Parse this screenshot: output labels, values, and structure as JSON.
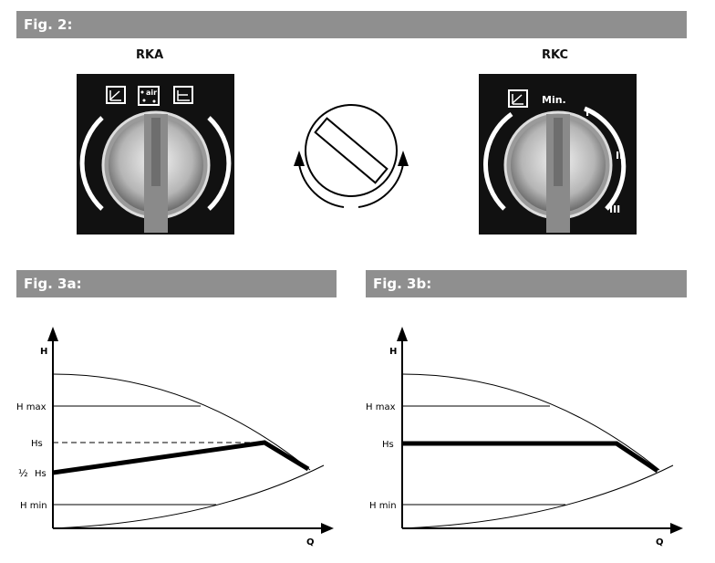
{
  "fig2": {
    "title": "Fig. 2:"
  },
  "rka": {
    "label": "RKA",
    "icons": [
      "curve-icon",
      "air-vent-icon",
      "constant-icon"
    ]
  },
  "rkc": {
    "label": "RKC",
    "min_label": "Min.",
    "speeds": [
      "I",
      "II",
      "III"
    ]
  },
  "fig3a": {
    "title": "Fig. 3a:",
    "y_axis": "H",
    "x_axis": "Q",
    "labels": {
      "hmax": "H max",
      "hs": "Hs",
      "half_hs_frac": "½",
      "half_hs": "Hs",
      "hmin": "H min"
    }
  },
  "fig3b": {
    "title": "Fig. 3b:",
    "y_axis": "H",
    "x_axis": "Q",
    "labels": {
      "hmax": "H max",
      "hs": "Hs",
      "hmin": "H min"
    }
  },
  "colors": {
    "bar": "#8f8f8f",
    "panel": "#111111",
    "line": "#000000"
  }
}
